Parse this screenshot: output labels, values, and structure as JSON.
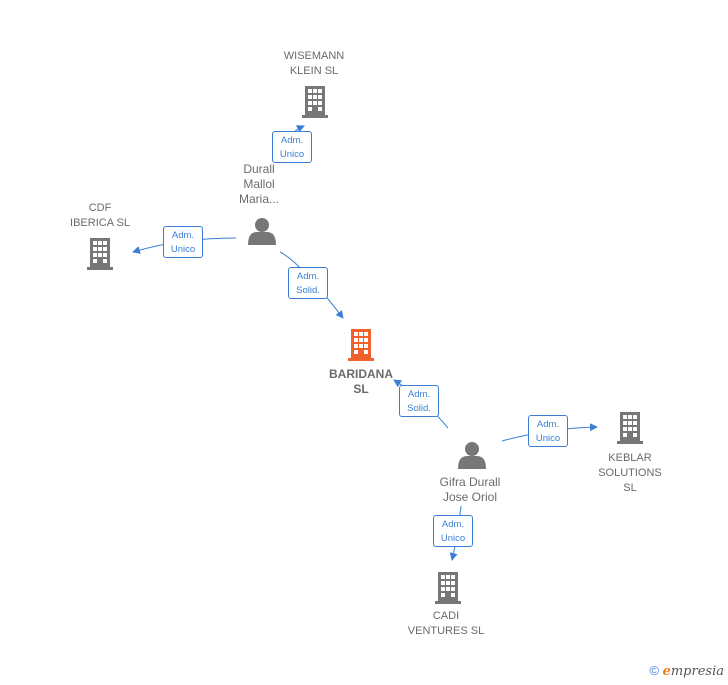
{
  "nodes": {
    "wisemann": {
      "label": "WISEMANN\nKLEIN SL",
      "type": "company"
    },
    "cdf": {
      "label": "CDF\nIBERICA SL",
      "type": "company"
    },
    "durall": {
      "label": "Durall\nMallol\nMaria...",
      "type": "person"
    },
    "baridana": {
      "label": "BARIDANA\nSL",
      "type": "company-focus"
    },
    "gifra": {
      "label": "Gifra Durall\nJose Oriol",
      "type": "person"
    },
    "keblar": {
      "label": "KEBLAR\nSOLUTIONS\nSL",
      "type": "company"
    },
    "cadi": {
      "label": "CADI\nVENTURES  SL",
      "type": "company"
    }
  },
  "edges": {
    "durall_wisemann": "Adm.\nUnico",
    "durall_cdf": "Adm.\nUnico",
    "durall_baridana": "Adm.\nSolid.",
    "gifra_baridana": "Adm.\nSolid.",
    "gifra_keblar": "Adm.\nUnico",
    "gifra_cadi": "Adm.\nUnico"
  },
  "colors": {
    "company": "#777777",
    "focus": "#f0612b",
    "person": "#777777",
    "edge": "#3a7fd5"
  },
  "footer": {
    "symbol": "©",
    "brand_initial": "e",
    "brand_rest": "mpresia"
  }
}
